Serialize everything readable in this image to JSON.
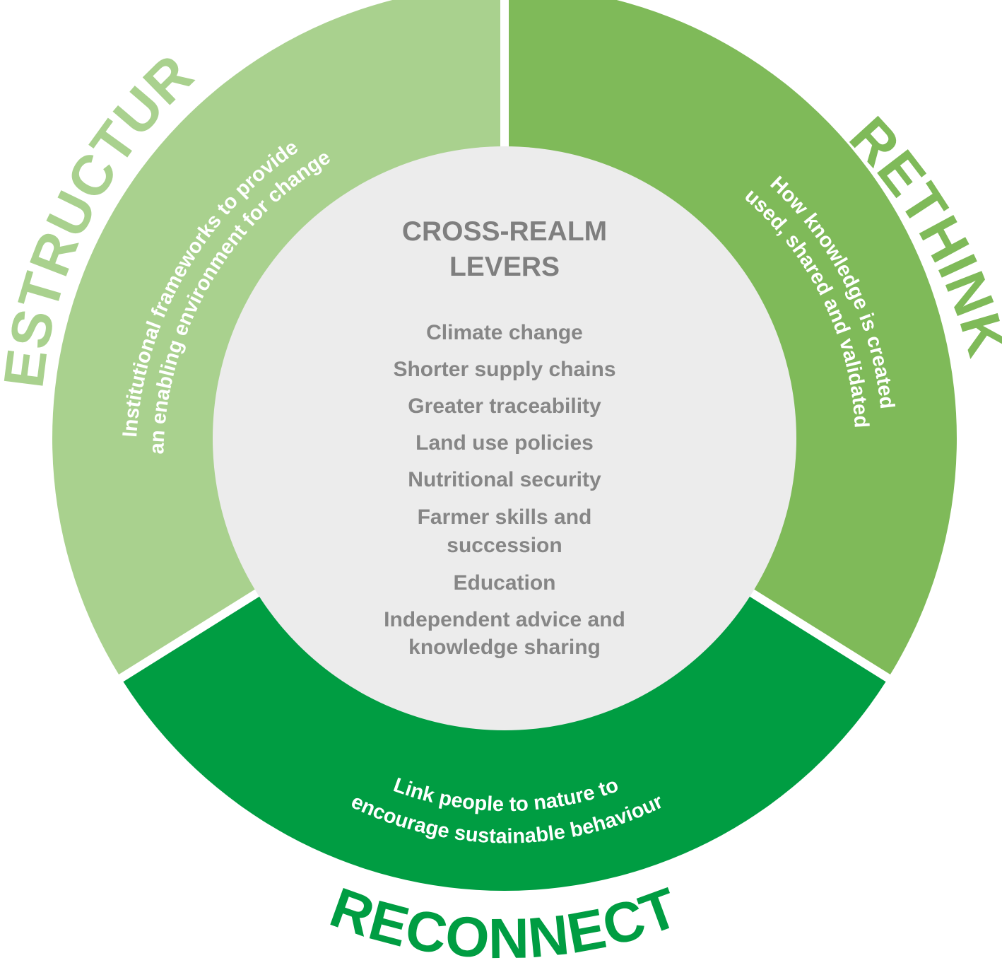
{
  "colors": {
    "restructure": "#a9d18e",
    "rethink": "#7fba59",
    "reconnect": "#009d42",
    "center": "#ececec",
    "center_text": "#868686"
  },
  "center": {
    "title_line1": "CROSS-REALM",
    "title_line2": "LEVERS",
    "items": [
      "Climate change",
      "Shorter supply chains",
      "Greater traceability",
      "Land use policies",
      "Nutritional security",
      "Farmer skills and",
      "succession",
      "Education",
      "Independent advice and",
      "knowledge sharing"
    ]
  },
  "segments": {
    "restructure": {
      "label": "RESTRUCTURE",
      "line1": "Institutional frameworks to provide",
      "line2": "an enabling environment for change"
    },
    "rethink": {
      "label": "RETHINK",
      "line1": "How knowledge is created",
      "line2": "used, shared and validated"
    },
    "reconnect": {
      "label": "RECONNECT",
      "line1": "Link people to nature to",
      "line2": "encourage sustainable behaviour"
    }
  }
}
